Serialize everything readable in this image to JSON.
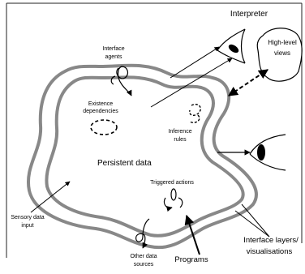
{
  "labels": {
    "interpreter": "Interpreter",
    "high_level_views_1": "High-level",
    "high_level_views_2": "views",
    "interface_agents_1": "Interface",
    "interface_agents_2": "agents",
    "existence_dependencies_1": "Existence",
    "existence_dependencies_2": "dependencies",
    "inference_rules_1": "Inference",
    "inference_rules_2": "rules",
    "persistent_data": "Persistent data",
    "triggered_actions": "Triggered actions",
    "sensory_data_input_1": "Sensory data",
    "sensory_data_input_2": "input",
    "other_data_sources_1": "Other data",
    "other_data_sources_2": "sources",
    "programs": "Programs",
    "interface_layers_1": "Interface layers/",
    "interface_layers_2": "visualisations"
  }
}
